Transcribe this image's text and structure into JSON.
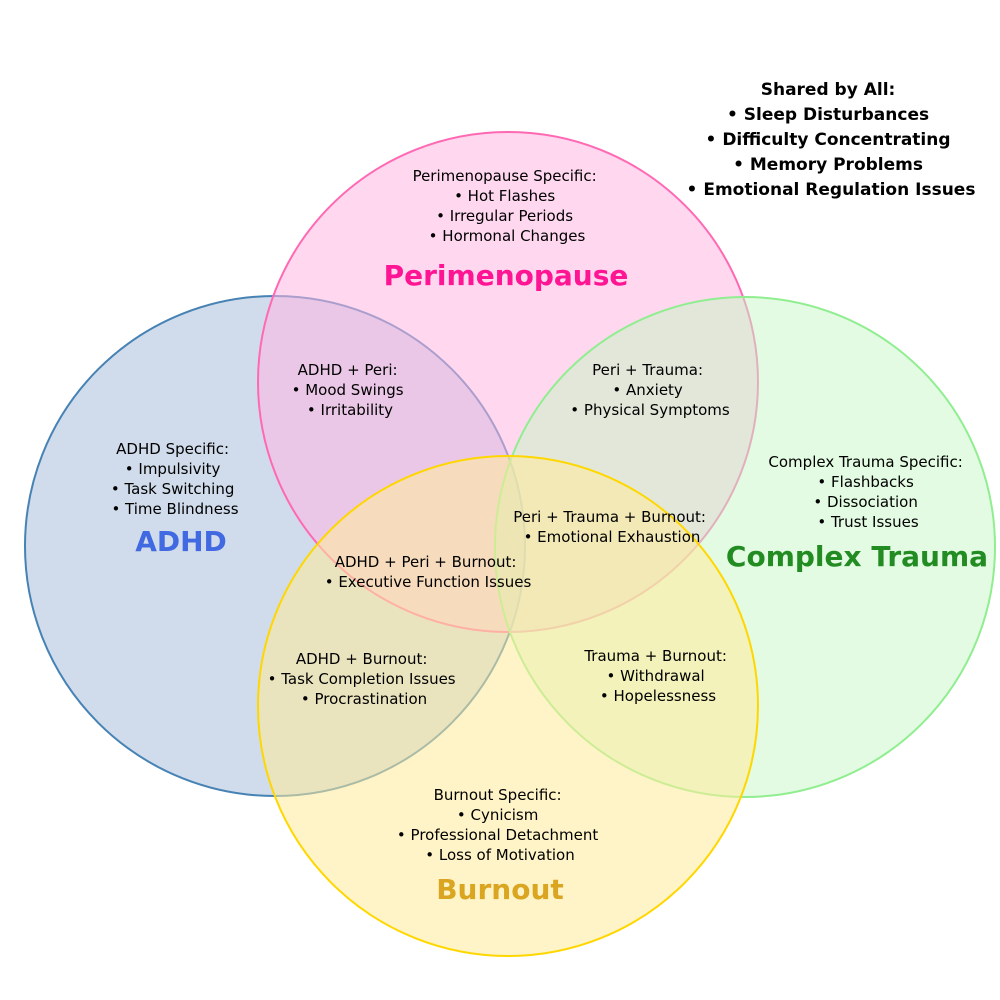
{
  "diagram": {
    "type": "venn",
    "sets": [
      {
        "id": "adhd",
        "label": "ADHD",
        "fill": "#b0c4de",
        "stroke": "#4682b4",
        "label_color": "#4169e1"
      },
      {
        "id": "peri",
        "label": "Perimenopause",
        "fill": "#ffb6e1",
        "stroke": "#ff69b4",
        "label_color": "#ff1493"
      },
      {
        "id": "trauma",
        "label": "Complex Trauma",
        "fill": "#c6f7c6",
        "stroke": "#90ee90",
        "label_color": "#228b22"
      },
      {
        "id": "burnout",
        "label": "Burnout",
        "fill": "#ffeb99",
        "stroke": "#ffd700",
        "label_color": "#daa520"
      }
    ],
    "regions": [
      {
        "id": "peri-specific",
        "lines": [
          "Perimenopause Specific:",
          "• Hot Flashes",
          "• Irregular Periods",
          "• Hormonal Changes"
        ]
      },
      {
        "id": "adhd-specific",
        "lines": [
          "ADHD Specific:",
          "• Impulsivity",
          "• Task Switching",
          "• Time Blindness"
        ]
      },
      {
        "id": "trauma-specific",
        "lines": [
          "Complex Trauma Specific:",
          "• Flashbacks",
          "• Dissociation",
          "• Trust Issues"
        ]
      },
      {
        "id": "burnout-specific",
        "lines": [
          "Burnout Specific:",
          "• Cynicism",
          "• Professional Detachment",
          "• Loss of Motivation"
        ]
      },
      {
        "id": "adhd-peri",
        "lines": [
          "ADHD + Peri:",
          "• Mood Swings",
          "• Irritability"
        ]
      },
      {
        "id": "peri-trauma",
        "lines": [
          "Peri + Trauma:",
          "• Anxiety",
          "• Physical Symptoms"
        ]
      },
      {
        "id": "peri-trauma-burnout",
        "lines": [
          "Peri + Trauma + Burnout:",
          "• Emotional Exhaustion"
        ]
      },
      {
        "id": "adhd-peri-burnout",
        "lines": [
          "ADHD + Peri + Burnout:",
          "• Executive Function Issues"
        ]
      },
      {
        "id": "adhd-burnout",
        "lines": [
          "ADHD + Burnout:",
          "• Task Completion Issues",
          "• Procrastination"
        ]
      },
      {
        "id": "trauma-burnout",
        "lines": [
          "Trauma + Burnout:",
          "• Withdrawal",
          "• Hopelessness"
        ]
      }
    ],
    "shared": {
      "lines": [
        "Shared by All:",
        "• Sleep Disturbances",
        "• Difficulty Concentrating",
        "• Memory Problems",
        "• Emotional Regulation Issues"
      ]
    }
  }
}
